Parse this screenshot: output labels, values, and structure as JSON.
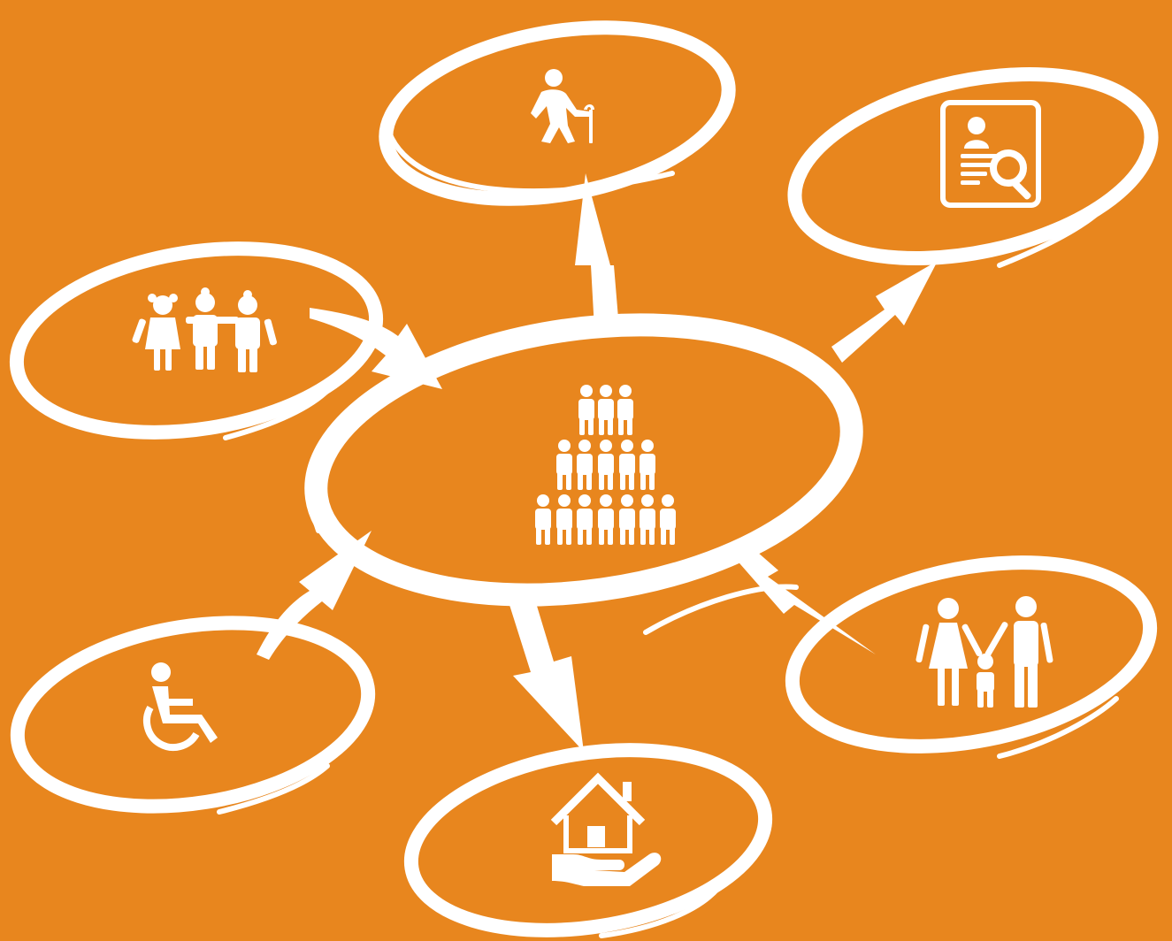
{
  "colors": {
    "background": "#E8861E",
    "ink": "#FFFFFF"
  },
  "diagram": {
    "center": {
      "icon": "population-pyramid-icon"
    },
    "nodes": [
      {
        "id": "elderly",
        "icon": "elderly-person-cane-icon"
      },
      {
        "id": "profile",
        "icon": "id-document-search-icon"
      },
      {
        "id": "children",
        "icon": "children-group-icon"
      },
      {
        "id": "family",
        "icon": "family-icon"
      },
      {
        "id": "disability",
        "icon": "wheelchair-icon"
      },
      {
        "id": "housing",
        "icon": "house-in-hand-icon"
      }
    ],
    "arrows": [
      {
        "from": "center",
        "to": "elderly"
      },
      {
        "from": "center",
        "to": "profile"
      },
      {
        "from": "children",
        "to": "center"
      },
      {
        "from": "center",
        "to": "family"
      },
      {
        "from": "disability",
        "to": "center"
      },
      {
        "from": "center",
        "to": "housing"
      }
    ]
  }
}
